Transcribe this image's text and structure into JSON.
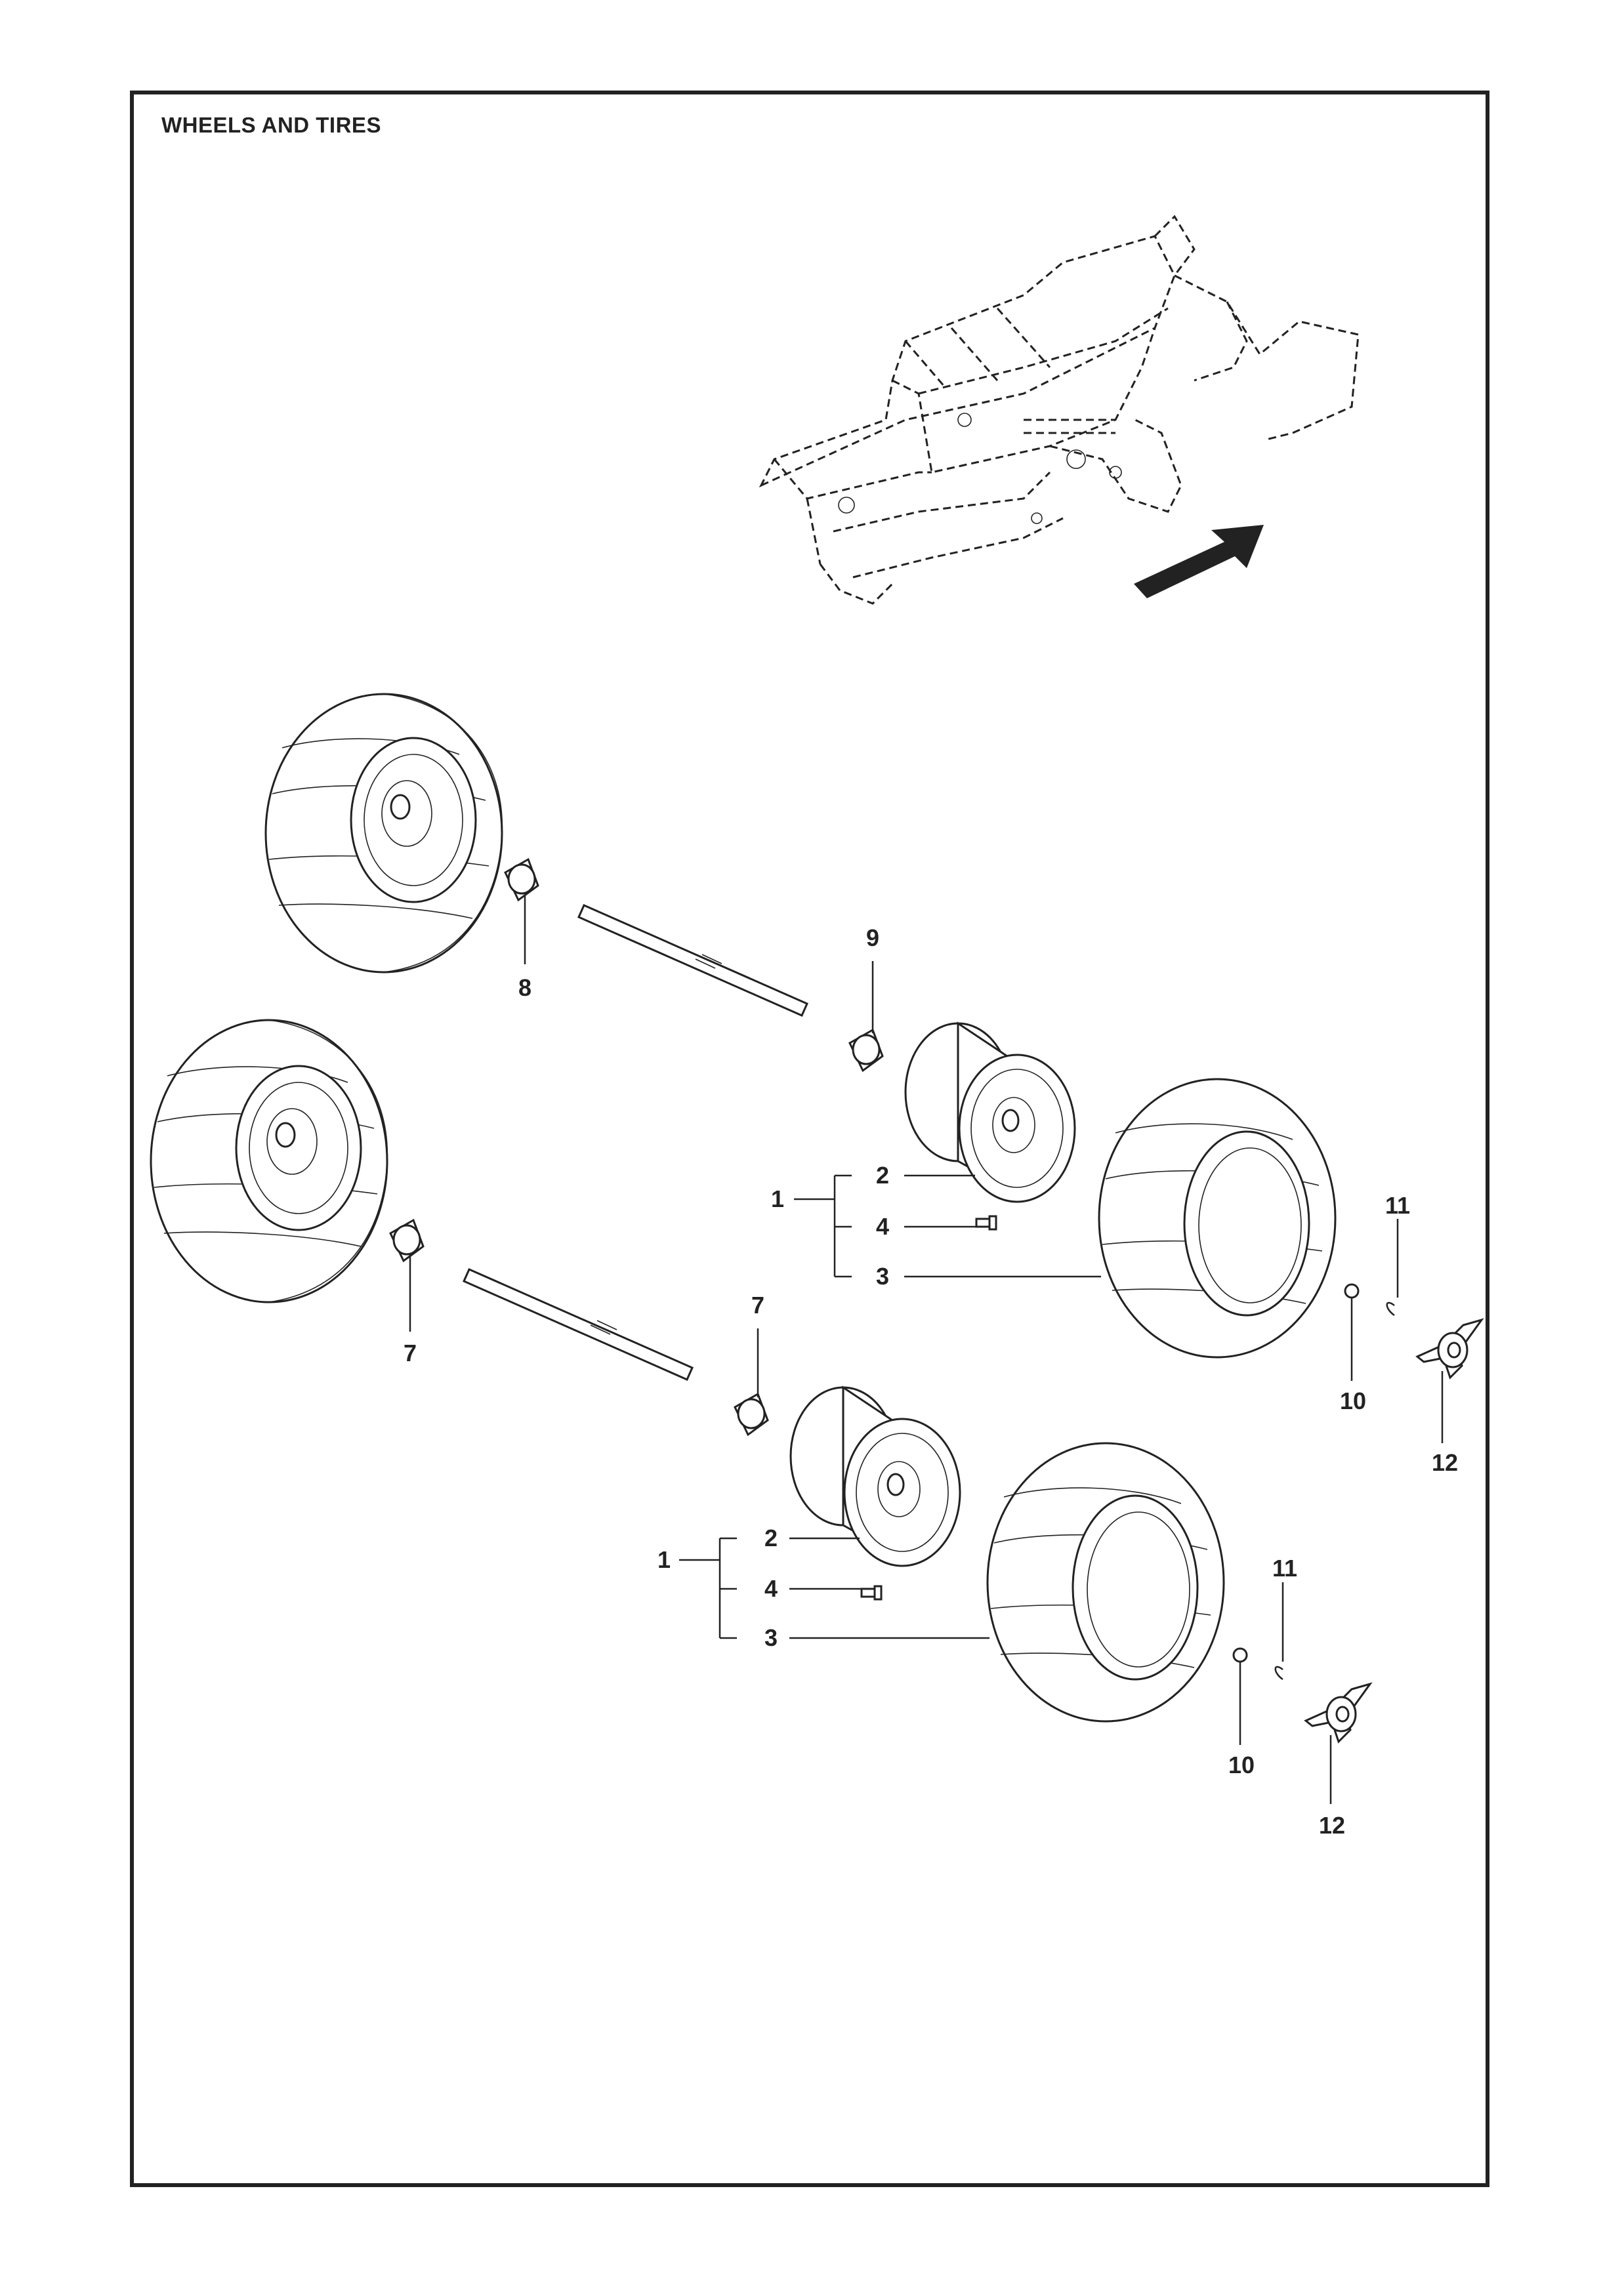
{
  "diagram": {
    "title": "WHEELS AND TIRES",
    "callouts": {
      "upper_hub_cap": "8",
      "upper_hub_cap_right": "9",
      "upper_assembly": "1",
      "upper_rim": "2",
      "upper_valve": "4",
      "upper_tire": "3",
      "upper_ring": "11",
      "upper_washer": "10",
      "upper_cap": "12",
      "lower_hub_cap_left": "7",
      "lower_hub_cap_right": "7",
      "lower_assembly": "1",
      "lower_rim": "2",
      "lower_valve": "4",
      "lower_tire": "3",
      "lower_ring": "11",
      "lower_washer": "10",
      "lower_cap": "12"
    },
    "colors": {
      "line": "#222222",
      "paper": "#ffffff"
    }
  }
}
